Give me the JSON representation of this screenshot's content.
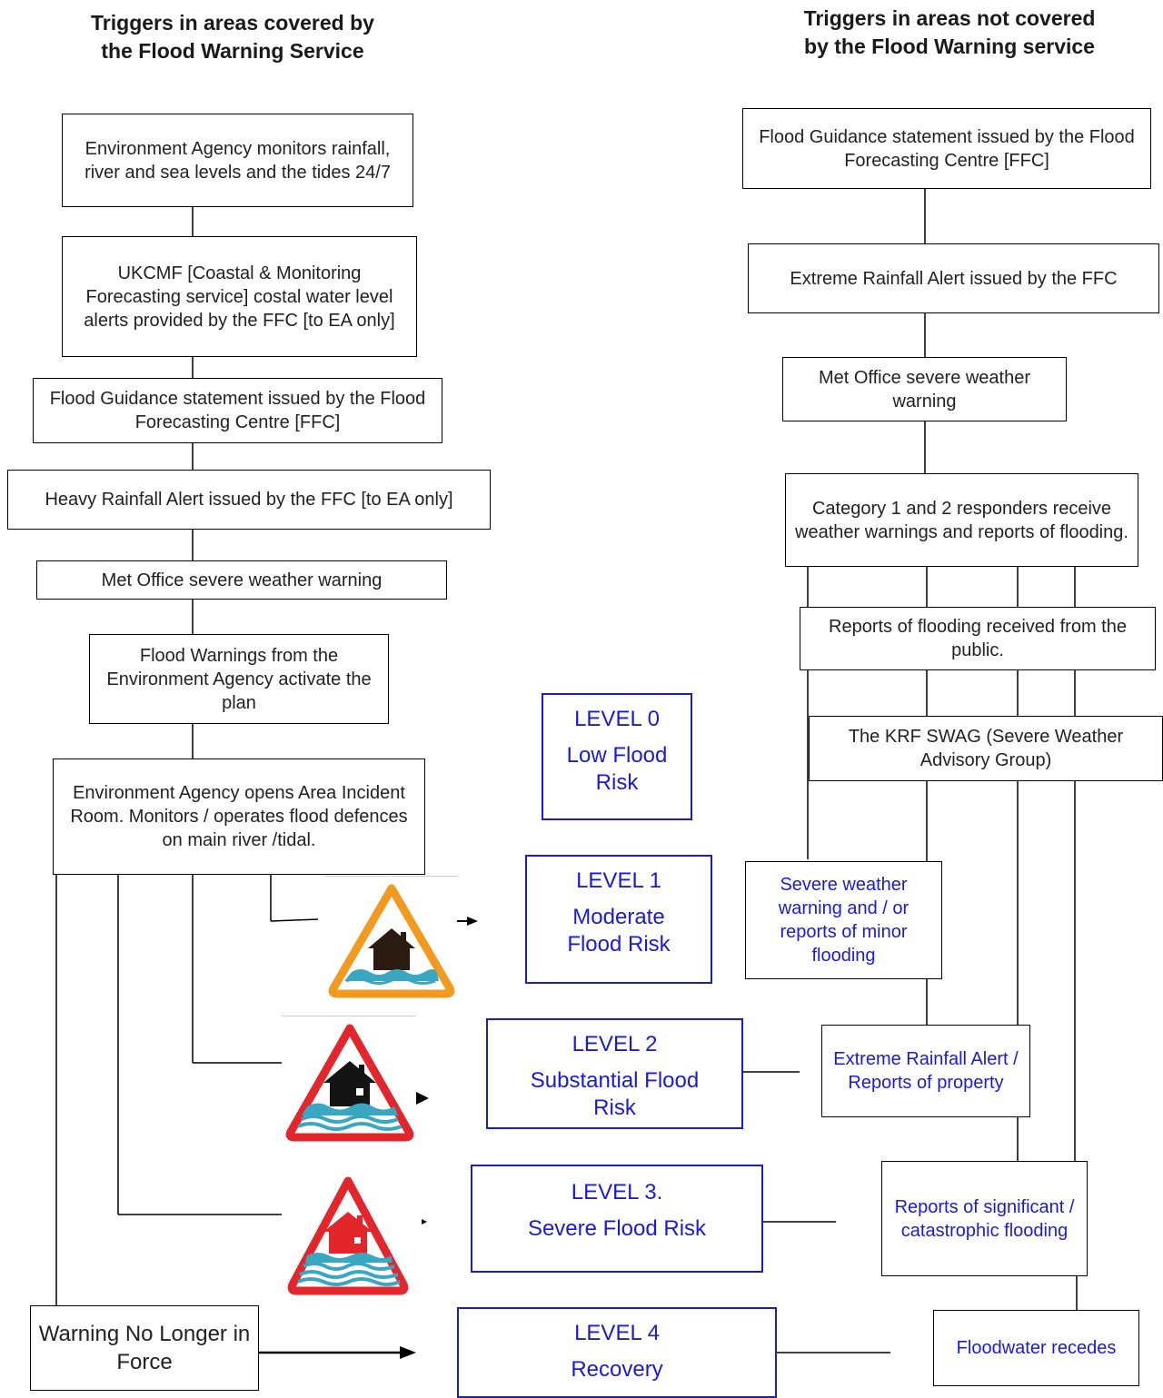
{
  "left": {
    "heading": "Triggers in areas covered by the Flood Warning Service",
    "steps": [
      "Environment Agency monitors rainfall, river and sea levels and the tides 24/7",
      "UKCMF [Coastal & Monitoring Forecasting service] costal water level alerts provided by the FFC [to EA only]",
      "Flood Guidance statement issued by the Flood Forecasting Centre [FFC]",
      "Heavy Rainfall Alert issued by the FFC [to EA only]",
      "Met Office severe weather warning",
      "Flood Warnings from the Environment Agency activate the plan",
      "Environment Agency opens Area Incident Room. Monitors / operates flood defences on main river /tidal."
    ],
    "warning_end": "Warning No Longer in Force"
  },
  "right": {
    "heading": "Triggers in areas not covered by the Flood Warning service",
    "steps": [
      "Flood Guidance statement issued by the Flood Forecasting Centre [FFC]",
      "Extreme Rainfall Alert issued by the FFC",
      "Met Office severe weather warning",
      "Category 1 and 2 responders receive weather warnings and reports of flooding.",
      "Reports of flooding received from the public.",
      "The KRF SWAG (Severe Weather Advisory Group)"
    ],
    "outcomes": [
      "Severe weather warning and / or reports of minor flooding",
      "Extreme Rainfall Alert / Reports of property",
      "Reports of significant / catastrophic flooding",
      "Floodwater recedes"
    ]
  },
  "levels": [
    {
      "title": "LEVEL 0",
      "subtitle": "Low Flood Risk"
    },
    {
      "title": "LEVEL 1",
      "subtitle": "Moderate Flood Risk"
    },
    {
      "title": "LEVEL 2",
      "subtitle": "Substantial Flood Risk"
    },
    {
      "title": "LEVEL 3.",
      "subtitle": "Severe Flood Risk"
    },
    {
      "title": "LEVEL 4",
      "subtitle": "Recovery"
    }
  ],
  "icons": [
    "flood-alert-icon",
    "flood-warning-icon",
    "severe-flood-warning-icon"
  ],
  "colors": {
    "level_blue": "#1a1adc",
    "alert_orange": "#f29a1f",
    "warning_red": "#e3262b",
    "water_teal": "#3aa7c2"
  }
}
